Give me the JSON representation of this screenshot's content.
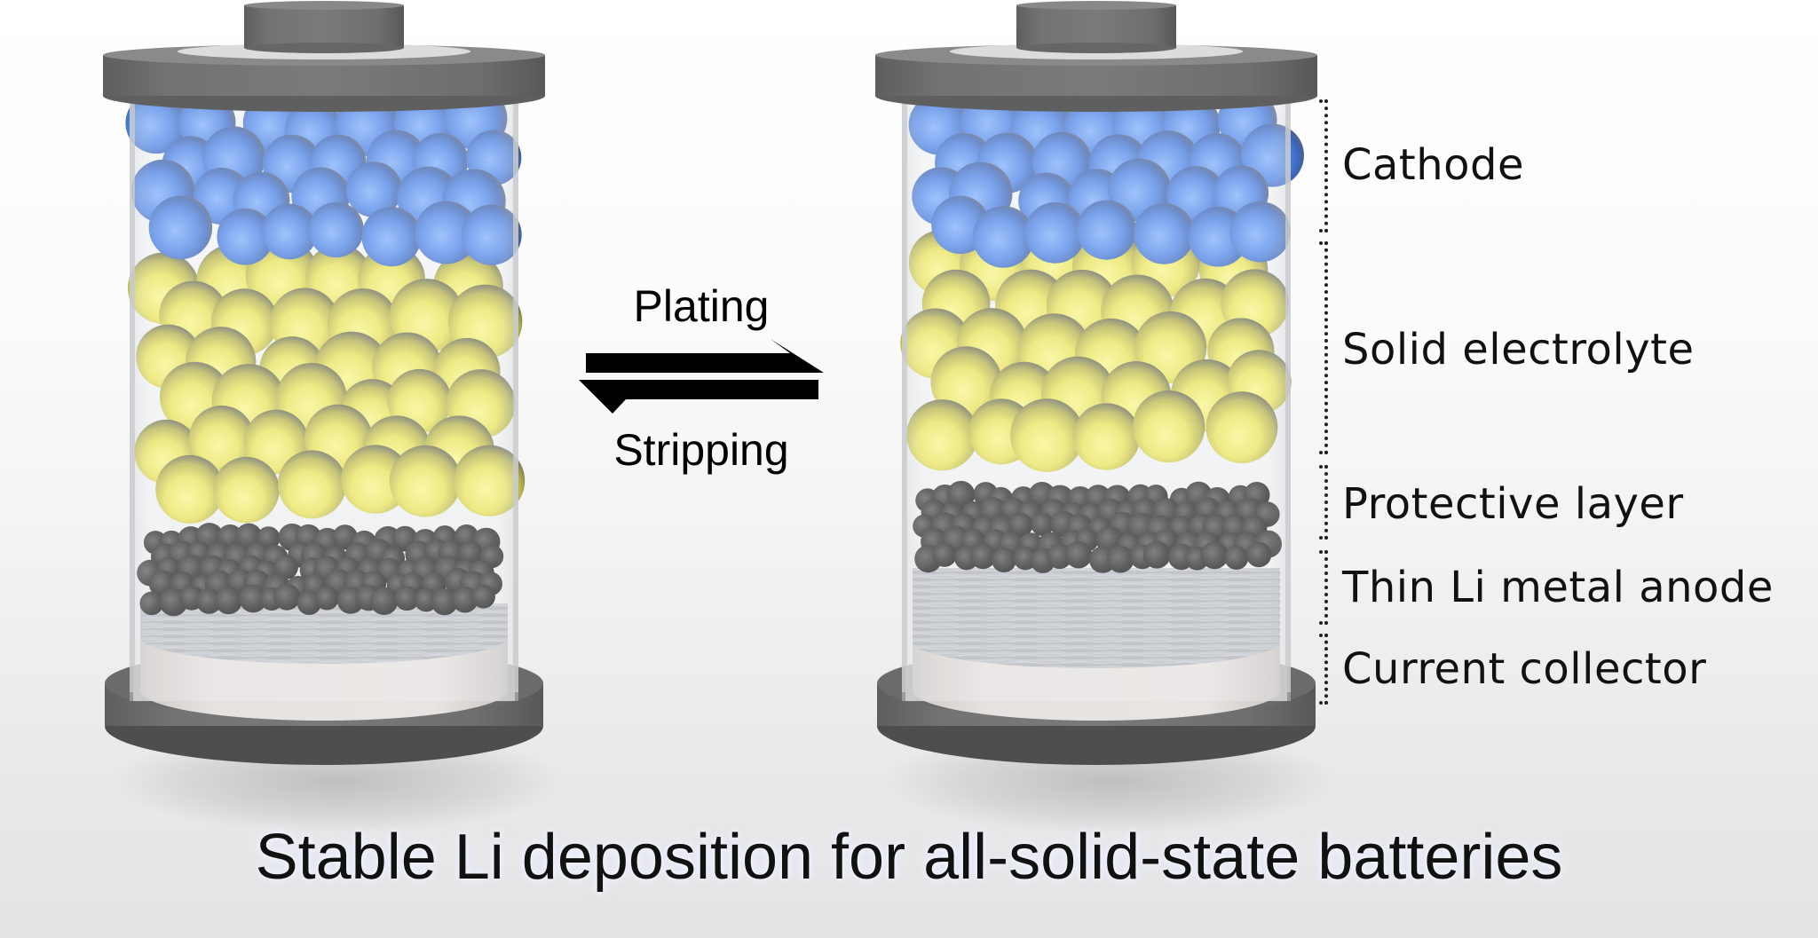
{
  "diagram": {
    "title": "Stable Li deposition for all-solid-state batteries",
    "process": {
      "forward_label": "Plating",
      "reverse_label": "Stripping",
      "arrow_type": "reversible-equilibrium-harpoons"
    },
    "layers": [
      {
        "id": "cathode",
        "label": "Cathode",
        "color": "#4f86e6"
      },
      {
        "id": "solid-electrolyte",
        "label": "Solid electrolyte",
        "color": "#e6e04a"
      },
      {
        "id": "protective-layer",
        "label": "Protective layer",
        "color": "#2b2b2b"
      },
      {
        "id": "li-metal-anode",
        "label": "Thin Li metal anode",
        "color": "#b9bdc2"
      },
      {
        "id": "current-collector",
        "label": "Current collector",
        "color": "#e2dedb"
      }
    ],
    "cells": [
      {
        "id": "stripped-cell",
        "state": "before plating",
        "li_anode_thickness": "thin"
      },
      {
        "id": "plated-cell",
        "state": "after plating",
        "li_anode_thickness": "thick"
      }
    ],
    "colors": {
      "casing": "#707070",
      "casing_dark": "#5a5a5a",
      "lid_plate": "#d9d9d9",
      "glass": "#f2f4f6"
    }
  }
}
